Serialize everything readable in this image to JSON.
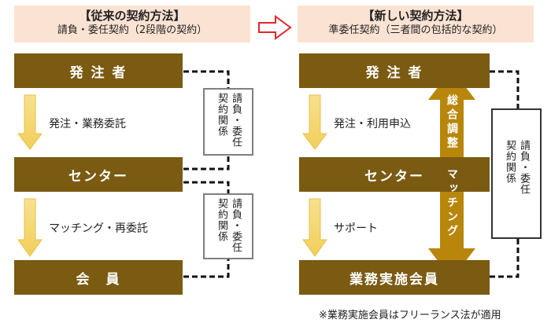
{
  "left": {
    "title": "【従来の契約方法】",
    "subtitle": "請負・委任契約（2段階の契約）",
    "boxes": [
      "発 注 者",
      "センター",
      "会　員"
    ],
    "flows": [
      "発注・業務委託",
      "マッチング・再委託"
    ],
    "contracts": [
      {
        "col1": "請負・委任",
        "col2": "契約関係"
      },
      {
        "col1": "請負・委任",
        "col2": "契約関係"
      }
    ]
  },
  "right": {
    "title": "【新しい契約方法】",
    "subtitle": "準委任契約（三者間の包括的な契約）",
    "boxes": [
      "発 注 者",
      "センター",
      "業務実施会員"
    ],
    "flows": [
      "発注・利用申込",
      "サポート"
    ],
    "big_arrow": {
      "top": "総合調整",
      "bottom": "マッチング"
    },
    "contract": {
      "col1": "請負・委任",
      "col2": "契約関係"
    },
    "note": "※業務実施会員はフリーランス法が適用"
  },
  "colors": {
    "box": "#7b5a12",
    "header": "#fbe3d3",
    "flow_arrow": "#f3d66b",
    "big_arrow": "#b8860b",
    "divider_arrow": "#e0262c"
  }
}
